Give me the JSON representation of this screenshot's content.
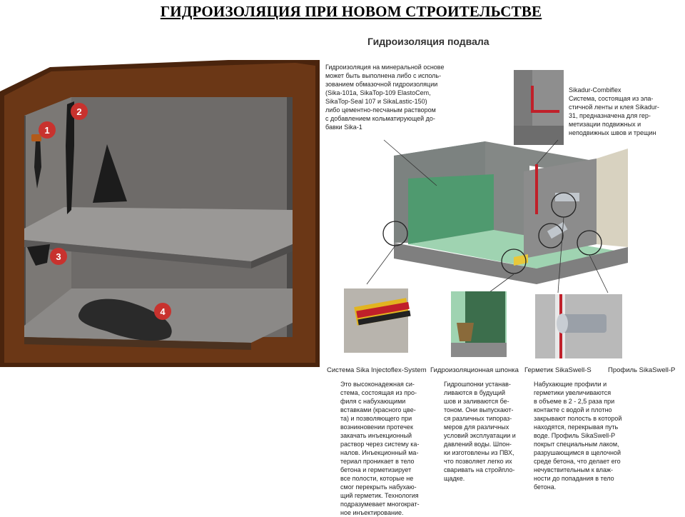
{
  "page_title": "ГИДРОИЗОЛЯЦИЯ ПРИ НОВОМ СТРОИТЕЛЬСТВЕ",
  "basement": {
    "markers": [
      "1",
      "2",
      "3",
      "4"
    ]
  },
  "diagram": {
    "subtitle": "Гидроизоляция подвала",
    "mineral_text": "Гидроизоляция на минеральной основе\nможет быть выполнена либо с исполь-\nзованием обмазочной гидроизоляции\n(Sika-101a, SikaTop-109 ElastoCem,\nSikaTop-Seal 107 и SikaLastic-150)\nлибо цементно-песчаным раствором\nс добавлением кольматирующей до-\nбавки Sika-1",
    "combiflex_title": "Sikadur-Combiflex",
    "combiflex_text": "Система, состоящая из эла-\nстичной ленты и клея Sikadur-\n31, предназначена для гер-\nметизации подвижных и\nнеподвижных швов и трещин",
    "captions": {
      "injectoflex": "Система Sika Injectoflex-System",
      "waterstop": "Гидроизоляционная шпонка",
      "sealant": "Герметик SikaSwell-S",
      "profile": "Профиль SikaSwell-P"
    },
    "injectoflex_text": "Это высоконадежная си-\nстема, состоящая из про-\nфиля с набухающими\nвставками (красного цве-\nта) и позволяющего при\nвозникновении протечек\nзакачать инъекционный\nраствор через систему ка-\nналов. Инъекционный ма-\nтериал проникает в тело\nбетона и герметизирует\nвсе полости, которые не\nсмог перекрыть набухаю-\nщий герметик. Технология\nподразумевает многократ-\nное инъектирование.",
    "waterstop_text": "Гидрошпонки устанав-\nливаются в будущий\nшов и заливаются бе-\nтоном. Они выпускают-\nся различных типораз-\nмеров для различных\nусловий эксплуатации и\nдавлений воды. Шпон-\nки изготовлены из ПВХ,\nчто позволяет легко их\nсваривать на стройпло-\nщадке.",
    "swell_text": "Набухающие профили и\nгерметики увеличиваются\nв объеме в 2 - 2,5 раза при\nконтакте с водой и плотно\nзакрывают полость в которой\nнаходятся, перекрывая путь\nводе. Профиль SikaSwell-P\nпокрыт специальным лаком,\nразрушающимся в щелочной\nсреде бетона, что делает его\nнечувствительным к влаж-\nности до попадания в тело\nбетона."
  },
  "colors": {
    "soil": "#5a2e12",
    "concrete": "#6f6c6a",
    "marker_red": "#c8322e",
    "membrane_green": "#4f9a6f"
  }
}
